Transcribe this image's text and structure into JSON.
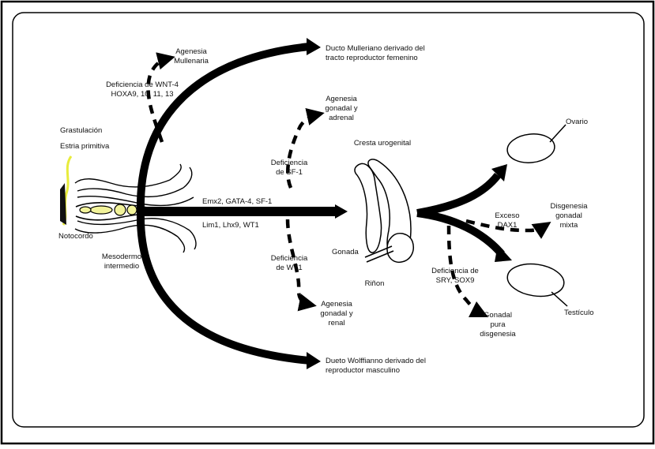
{
  "colors": {
    "ink": "#000000",
    "background": "#ffffff",
    "accent": "#e8ec3c"
  },
  "labels": {
    "agenesia_mullenaria": [
      "Agenesia",
      "Mullenaria"
    ],
    "def_wnt4": [
      "Deficiencia de WNT-4",
      "HOXA9, 10, 11, 13"
    ],
    "ducto_mulleriano": [
      "Ducto Mulleriano derivado del",
      "tracto reproductor femenino"
    ],
    "agenesia_gonadal_adrenal": [
      "Agenesia",
      "gonadal y",
      "adrenal"
    ],
    "grastulacion": "Grastulación",
    "estria_primitiva": "Estria primitiva",
    "cresta_urogenital": "Cresta urogenital",
    "def_sf1": [
      "Deficiencia",
      "de SF-1"
    ],
    "ovario": "Ovario",
    "genes_top": "Emx2, GATA-4, SF-1",
    "genes_bottom": "Lim1, Lhx9, WT1",
    "exceso_dax1": [
      "Exceso",
      "DAX1"
    ],
    "disgenesia_mixta": [
      "Disgenesia",
      "gonadal",
      "mixta"
    ],
    "notocordo": "Notocordo",
    "gonada": "Gonada",
    "mesodermo": [
      "Mesodermo",
      "intermedio"
    ],
    "def_wt1": [
      "Deficiencia",
      "de WT1"
    ],
    "def_sry": [
      "Deficiencia de",
      "SRY, SOX9"
    ],
    "rinon": "Riñon",
    "agenesia_gonadal_renal": [
      "Agenesia",
      "gonadal y",
      "renal"
    ],
    "testiculo": "Testículo",
    "gonadal_pura": [
      "Gonadal",
      "pura",
      "disgenesia"
    ],
    "ducto_wolffiano": [
      "Dueto Wolffianno derivado del",
      "reproductor masculino"
    ]
  }
}
